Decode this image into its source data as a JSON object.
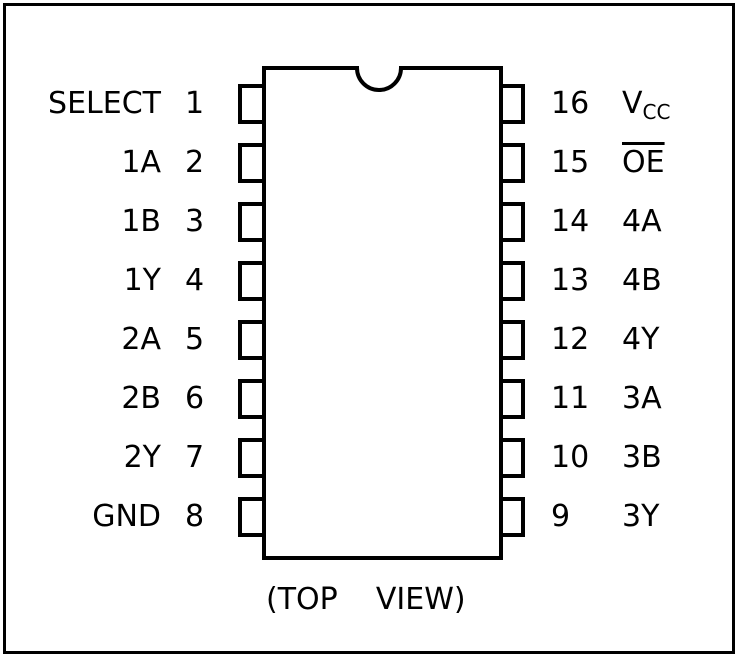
{
  "package": {
    "view_label": "(TOP    VIEW)",
    "left_pins": [
      {
        "num": "1",
        "name": "SELECT"
      },
      {
        "num": "2",
        "name": "1A"
      },
      {
        "num": "3",
        "name": "1B"
      },
      {
        "num": "4",
        "name": "1Y"
      },
      {
        "num": "5",
        "name": "2A"
      },
      {
        "num": "6",
        "name": "2B"
      },
      {
        "num": "7",
        "name": "2Y"
      },
      {
        "num": "8",
        "name": "GND"
      }
    ],
    "right_pins": [
      {
        "num": "16",
        "name": "V",
        "sub": "CC"
      },
      {
        "num": "15",
        "name": "OE",
        "overline": true
      },
      {
        "num": "14",
        "name": "4A"
      },
      {
        "num": "13",
        "name": "4B"
      },
      {
        "num": "12",
        "name": "4Y"
      },
      {
        "num": "11",
        "name": "3A"
      },
      {
        "num": "10",
        "name": "3B"
      },
      {
        "num": "9",
        "name": "3Y"
      }
    ]
  }
}
